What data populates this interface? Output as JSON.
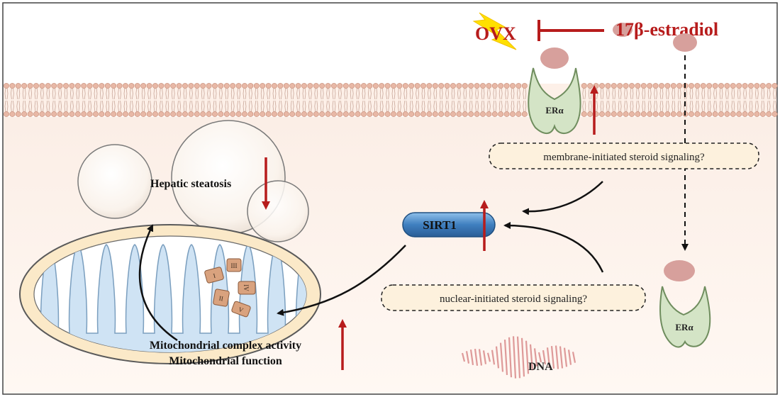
{
  "labels": {
    "ovx": "OVX",
    "estradiol": "17β-estradiol",
    "er_membrane": "ERα",
    "er_nuclear": "ERα",
    "membrane_signaling": "membrane-initiated steroid signaling?",
    "nuclear_signaling": "nuclear-initiated steroid signaling?",
    "sirt1": "SIRT1",
    "hepatic_steatosis": "Hepatic steatosis",
    "mito_complex_activity": "Mitochondrial complex activity",
    "mito_function": "Mitochondrial function",
    "dna": "DNA"
  },
  "complex_labels": [
    "I",
    "II",
    "III",
    "IV",
    "V"
  ],
  "colors": {
    "red": "#b71c1c",
    "membrane_head": "#e8b8a6",
    "receptor_fill": "#d4e4c6",
    "receptor_stroke": "#6f8d5e",
    "ligand": "#d7a09c",
    "sirt1_fill": "#3f7fbf",
    "box_fill": "#fdf1dd",
    "mito_inner": "#cfe3f4",
    "mito_outer": "#fbe9c8",
    "complex": "#d9a27e",
    "dna": "#d98a8a",
    "bolt": "#ffe000"
  }
}
